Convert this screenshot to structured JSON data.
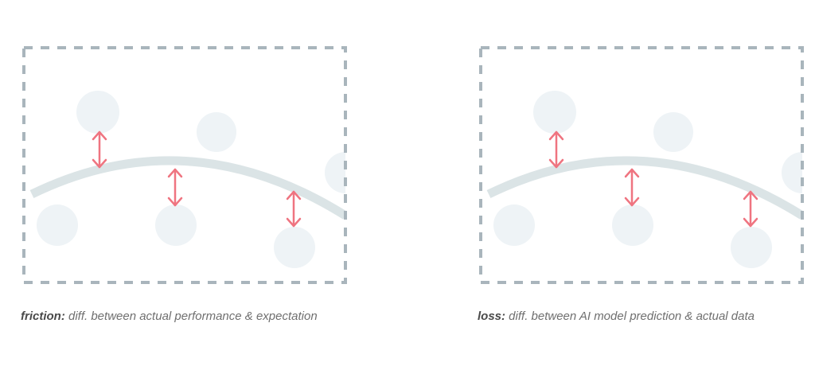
{
  "diagrams": [
    {
      "caption": {
        "term": "friction:",
        "text": " diff. between actual performance & expectation"
      }
    },
    {
      "caption": {
        "term": "loss:",
        "text": " diff. between AI model prediction & actual data"
      }
    }
  ],
  "colors": {
    "frame": "#a9b5bc",
    "curve": "#dbe4e6",
    "circle": "#eef3f6",
    "arrow": "#ef7480",
    "caption_text": "#6f6f6f",
    "caption_term": "#4a4a4a"
  }
}
